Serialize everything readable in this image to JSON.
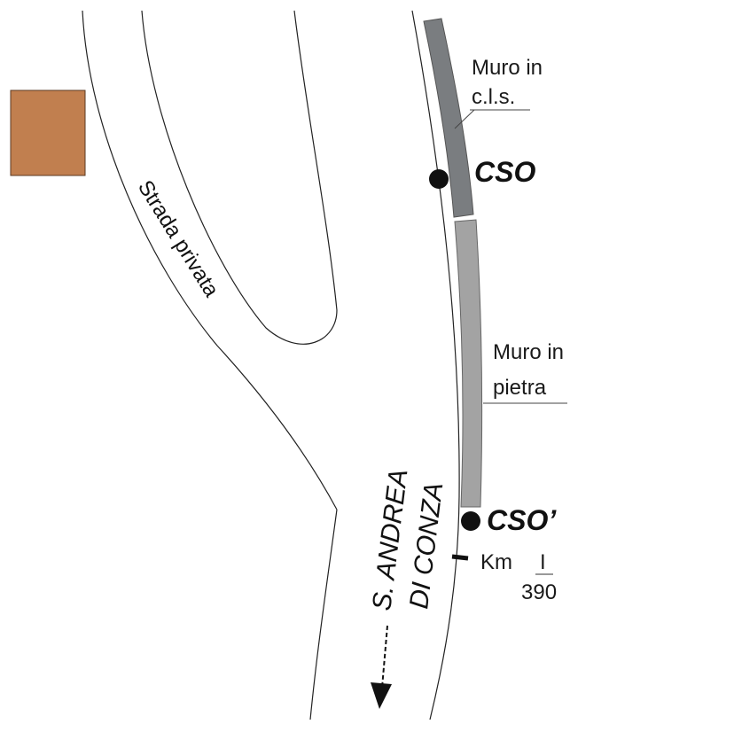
{
  "colors": {
    "building": "#c17f4f",
    "wall_concrete": "#7a7d80",
    "wall_stone": "#a3a3a3",
    "road_line": "#222222"
  },
  "labels": {
    "wall_concrete": [
      "Muro in",
      "c.l.s."
    ],
    "wall_stone": [
      "Muro in",
      "pietra"
    ],
    "point_cso": "CSO",
    "point_cso_prime": "CSO’",
    "km_prefix": "Km",
    "km_number": "I",
    "km_value": "390",
    "road_direction": [
      "S. ANDREA",
      "DI CONZA"
    ],
    "private_road": "Strada privata"
  }
}
